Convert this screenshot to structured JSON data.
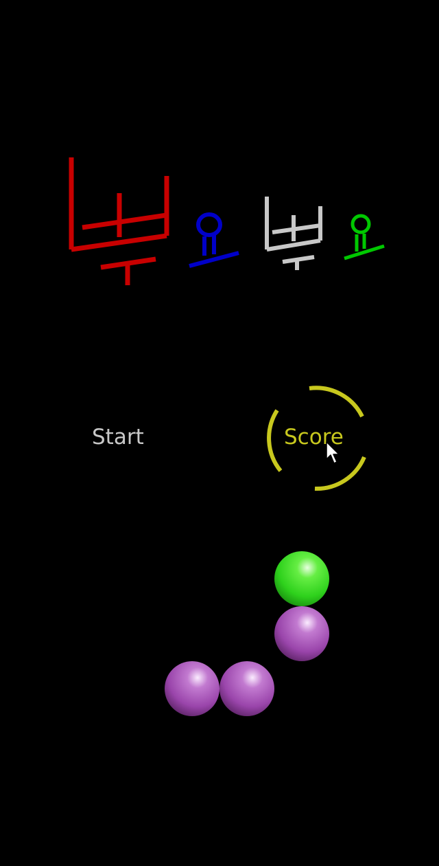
{
  "title": {
    "text": "뿌요뿌요",
    "glyph_colors": [
      "#c80000",
      "#0000c8",
      "#c8c8c8",
      "#00c800"
    ]
  },
  "menu": {
    "start_label": "Start",
    "score_label": "Score",
    "selected": "score"
  },
  "colors": {
    "background": "#000000",
    "menu_text": "#c8c8c8",
    "selection": "#c8c81e",
    "puyo_green": "#33dd22",
    "puyo_purple": "#a64eb6"
  },
  "puyos": [
    {
      "color": "green",
      "col": 5,
      "row": 0
    },
    {
      "color": "purple",
      "col": 5,
      "row": 1
    },
    {
      "color": "purple",
      "col": 3,
      "row": 2
    },
    {
      "color": "purple",
      "col": 4,
      "row": 2
    }
  ],
  "icons": {
    "cursor": "mouse-pointer-icon",
    "selection": "selection-ring-icon"
  }
}
